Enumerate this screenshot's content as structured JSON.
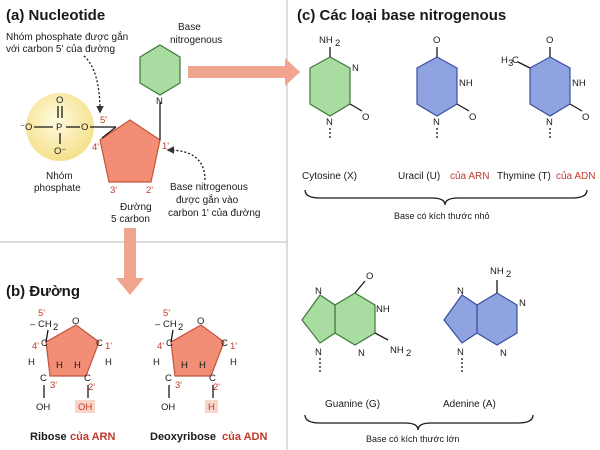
{
  "panel_a": {
    "title": "(a) Nucleotide",
    "phosphate_note_line1": "Nhóm phosphate được gắn",
    "phosphate_note_line2": "với carbon 5' của đường",
    "base_label_line1": "Base",
    "base_label_line2": "nitrogenous",
    "phosphate_O_top": "O",
    "phosphate_O_left": "⁻O",
    "phosphate_P": "P",
    "phosphate_O_right": "O",
    "phosphate_O_bottom": "O⁻",
    "phosphate_group_line1": "Nhóm",
    "phosphate_group_line2": "phosphate",
    "carbon_5": "5'",
    "carbon_4": "4'",
    "carbon_3": "3'",
    "carbon_2": "2'",
    "carbon_1": "1'",
    "ring_N": "N",
    "sugar_line1": "Đường",
    "sugar_line2": "5 carbon",
    "base_attach_line1": "Base nitrogenous",
    "base_attach_line2": "được gắn vào",
    "base_attach_line3": "carbon 1' của đường"
  },
  "panel_b": {
    "title": "(b) Đường",
    "ch2": "CH",
    "ch2_sub": "2",
    "O": "O",
    "C": "C",
    "H": "H",
    "OH": "OH",
    "c5": "5'",
    "c4": "4'",
    "c3": "3'",
    "c2": "2'",
    "c1": "1'",
    "ribose_name": "Ribose",
    "ribose_suffix": "của ARN",
    "deoxy_name": "Deoxyribose",
    "deoxy_suffix": "của ADN"
  },
  "panel_c": {
    "title": "(c) Các loại base nitrogenous",
    "nh2": "NH",
    "nh2_sub": "2",
    "O": "O",
    "N": "N",
    "NH": "NH",
    "H3C": "H",
    "H3C_sub": "3",
    "H3C_end": "C",
    "cytosine": "Cytosine (X)",
    "uracil_name": "Uracil (U)",
    "uracil_suffix": "của ARN",
    "thymine_name": "Thymine (T)",
    "thymine_suffix": "của ADN",
    "small_bases": "Base có kích thước nhỏ",
    "guanine": "Guanine (G)",
    "adenine": "Adenine (A)",
    "large_bases": "Base có kích thước lớn"
  },
  "colors": {
    "green": "#a8dca0",
    "blue": "#8fa3e0",
    "salmon": "#f28e76",
    "phosphate": "#f8edb0",
    "arrow": "#f0a58f",
    "red_text": "#c0392b"
  }
}
